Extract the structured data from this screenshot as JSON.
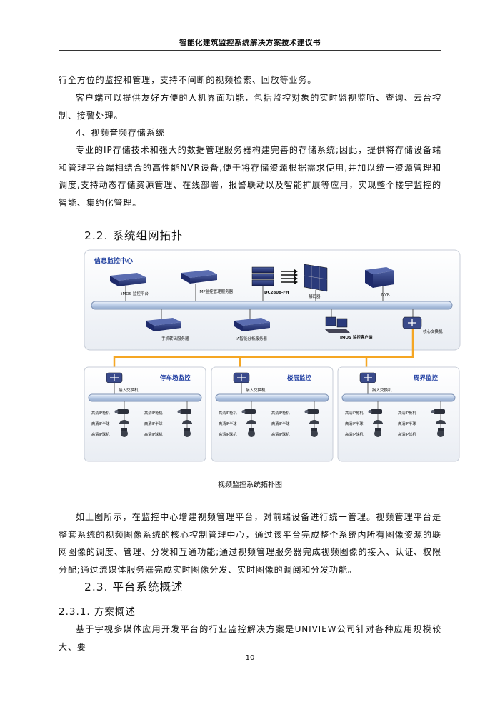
{
  "header": {
    "title": "智能化建筑监控系统解决方案技术建议书"
  },
  "paragraphs": {
    "p1": "行全方位的监控和管理，支持不间断的视频检索、回放等业务。",
    "p2": "客户端可以提供友好方便的人机界面功能，包括监控对象的实时监视监听、查询、云台控制、接警处理。",
    "item4": "4、视频音频存储系统",
    "p3": "专业的IP存储技术和强大的数据管理服务器构建完善的存储系统;因此，提供将存储设备端和管理平台端相结合的高性能NVR设备,便于将存储资源根据需求使用,并加以统一资源管理和调度,支持动态存储资源管理、在线部署，报警联动以及智能扩展等应用，实现整个楼宇监控的智能、集约化管理。",
    "p4": "如上图所示，在监控中心增建视频管理平台，对前端设备进行统一管理。视频管理平台是整套系统的视频图像系统的核心控制管理中心，通过该平台完成整个系统内所有图像资源的联网图像的调度、管理、分发和互通功能;通过视频管理服务器完成视频图像的接入、认证、权限分配;通过流媒体服务器完成实时图像分发、实时图像的调阅和分发功能。",
    "p5": "基于宇视多媒体应用开发平台的行业监控解决方案是UNIVIEW公司针对各种应用规模较大、要"
  },
  "headings": {
    "h22": "2.2. 系统组网拓扑",
    "h23": "2.3. 平台系统概述",
    "h231": "2.3.1. 方案概述"
  },
  "diagram": {
    "center_title": "信息监控中心",
    "devices": {
      "imos_platform": "iMOS 监控平台",
      "imp": "IMP监控管理服务器",
      "dc": "DC2808-FH",
      "wall": "解码器",
      "nvr": "NVR",
      "mobile": "手机转码服务器",
      "ia": "IA智能分析服务器",
      "client": "iMOS 监控客户端",
      "core_switch": "核心交换机"
    },
    "zones": [
      {
        "title": "停车场监控",
        "switch": "接入交换机",
        "cams_left": [
          "高清IP枪机",
          "高清IP半球",
          "高清IP球机"
        ],
        "cams_right": [
          "高清IP枪机",
          "高清IP半球",
          "高清IP球机"
        ]
      },
      {
        "title": "楼层监控",
        "switch": "接入交换机",
        "cams_left": [
          "高清IP枪机",
          "高清IP半球",
          "高清IP球机"
        ],
        "cams_right": [
          "高清IP枪机",
          "高清IP半球",
          "高清IP球机"
        ]
      },
      {
        "title": "周界监控",
        "switch": "接入交换机",
        "cams_left": [
          "高清IP枪机",
          "高清IP半球",
          "高清IP球机"
        ],
        "cams_right": [
          "高清IP枪机",
          "高清IP半球",
          "高清IP球机"
        ]
      }
    ],
    "caption": "视频监控系统拓扑图",
    "colors": {
      "title_blue": "#1f3f9e",
      "bus": "#b9cbe6",
      "uplink": "#f5a623",
      "zone_title": "#1b3aa0"
    }
  },
  "footer": {
    "page_number": "10"
  }
}
